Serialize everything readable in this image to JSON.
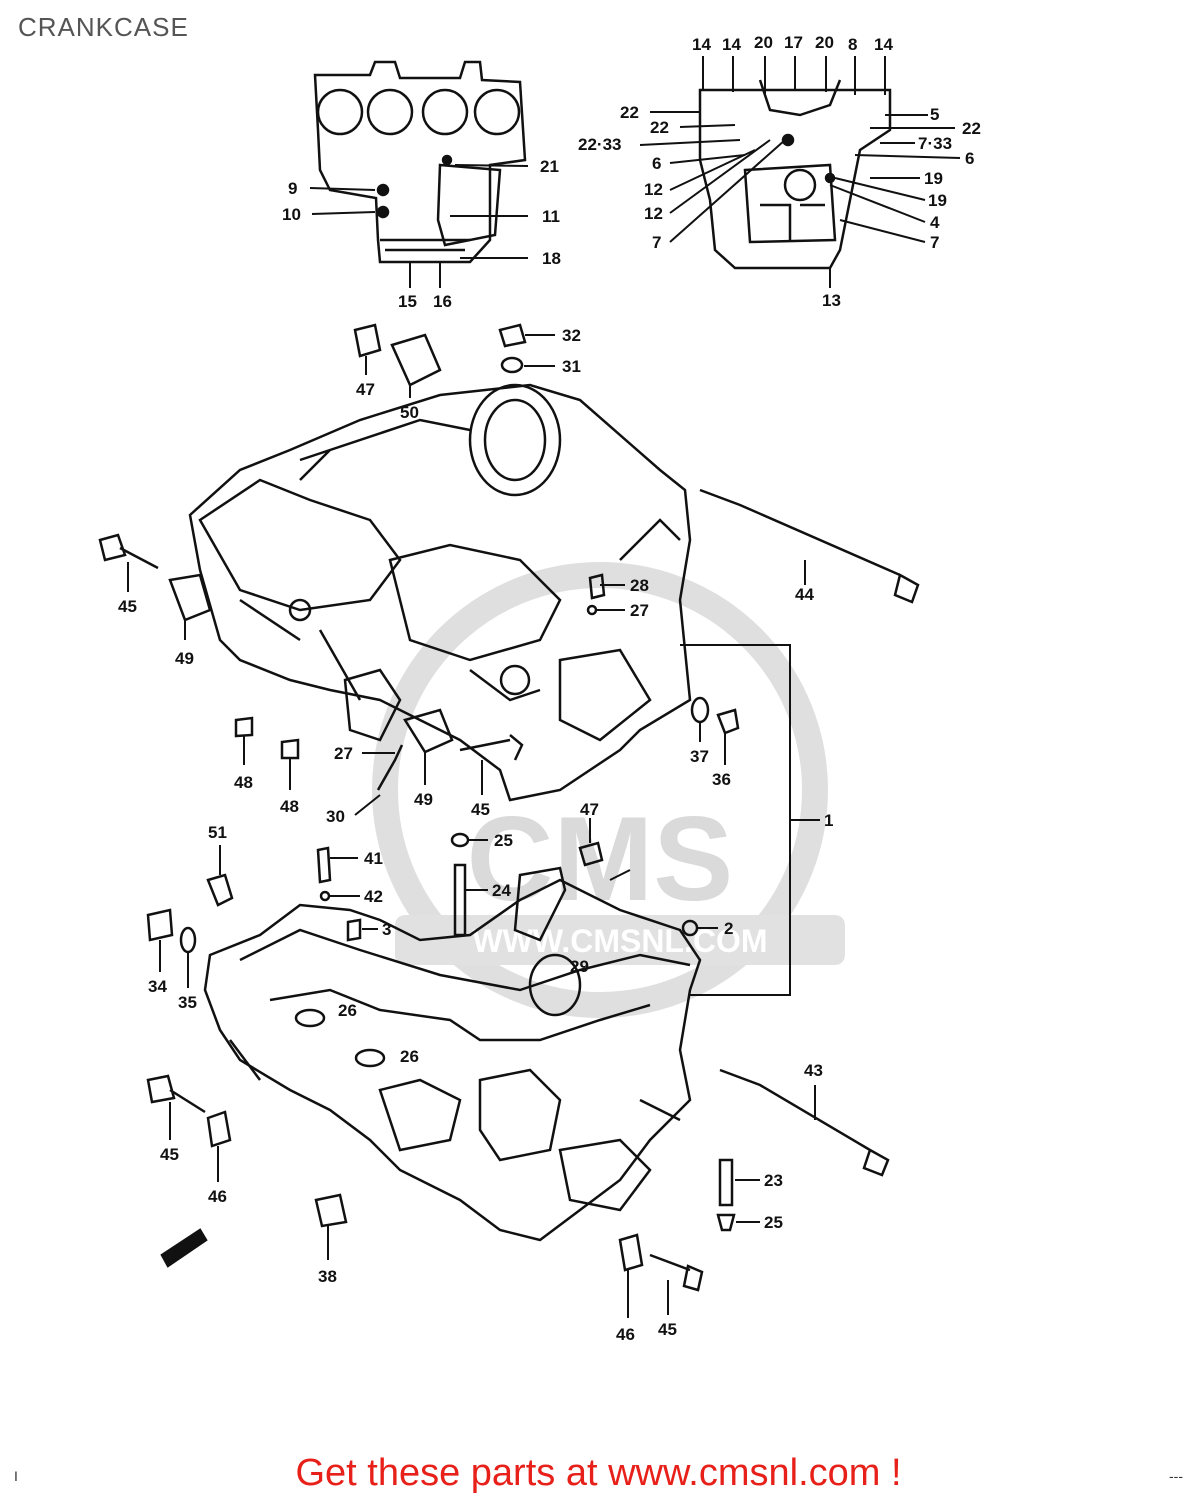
{
  "page": {
    "title": "CRANKCASE"
  },
  "watermark": {
    "brand": "CMS",
    "url": "WWW.CMSNL.COM",
    "color": "#d9d9d9"
  },
  "footer": {
    "text": "Get these parts at www.cmsnl.com !",
    "left_mark": "I",
    "right_mark": "---",
    "color": "#e8201a"
  },
  "callouts": {
    "c1": "1",
    "c2": "2",
    "c3": "3",
    "c4": "4",
    "c5": "5",
    "c6": "6",
    "c6b": "6",
    "c7": "7",
    "c7b": "7",
    "c733a": "7·33",
    "c8": "8",
    "c9": "9",
    "c10": "10",
    "c11": "11",
    "c12": "12",
    "c12b": "12",
    "c13": "13",
    "c14a": "14",
    "c14b": "14",
    "c14c": "14",
    "c15": "15",
    "c16": "16",
    "c17": "17",
    "c18": "18",
    "c19": "19",
    "c19b": "19",
    "c20": "20",
    "c20b": "20",
    "c21": "21",
    "c22a": "22",
    "c22b": "22",
    "c22c": "22",
    "c2233": "22·33",
    "c23": "23",
    "c24": "24",
    "c25a": "25",
    "c25b": "25",
    "c26a": "26",
    "c26b": "26",
    "c27a": "27",
    "c27b": "27",
    "c28": "28",
    "c29": "29",
    "c30": "30",
    "c36": "36",
    "c31": "31",
    "c32": "32",
    "c34": "34",
    "c35": "35",
    "c37": "37",
    "c38": "38",
    "c41": "41",
    "c42": "42",
    "c43": "43",
    "c44": "44",
    "c45a": "45",
    "c45b": "45",
    "c45c": "45",
    "c45d": "45",
    "c46a": "46",
    "c46b": "46",
    "c47a": "47",
    "c47b": "47",
    "c48a": "48",
    "c48b": "48",
    "c49a": "49",
    "c49b": "49",
    "c50": "50",
    "c51": "51"
  }
}
